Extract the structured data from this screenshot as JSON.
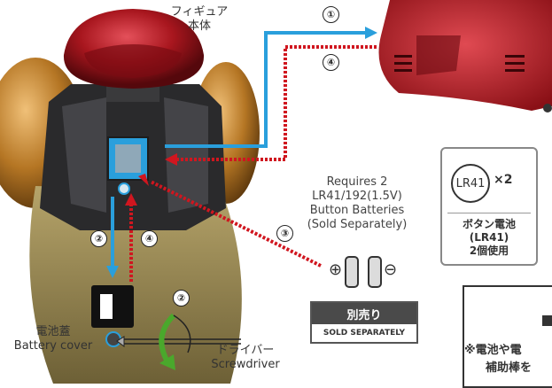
{
  "figure_label": "フィギュア\n本体",
  "steps": {
    "s1": "①",
    "s2": "②",
    "s3": "③",
    "s4": "④"
  },
  "requirement": {
    "line1": "Requires 2",
    "line2": "LR41/192(1.5V)",
    "line3": "Button Batteries",
    "line4": "(Sold Separately)"
  },
  "battery_box": {
    "type": "LR41",
    "count": "×2",
    "text_line1": "ボタン電池",
    "text_line2": "(LR41)",
    "text_line3": "2個使用"
  },
  "sold_separately": {
    "jp": "別売り",
    "en": "SOLD SEPARATELY"
  },
  "battery_symbols": {
    "plus": "⊕",
    "minus": "⊖"
  },
  "battery_cover": {
    "jp": "電池蓋",
    "en": "Battery cover"
  },
  "screwdriver": {
    "jp": "ドライバー",
    "en": "Screwdriver"
  },
  "cut_note": {
    "line1": "※電池や電",
    "line2": "補助棒を"
  },
  "colors": {
    "blue_arrow": "#2a9fdc",
    "red_arrow": "#d0161f",
    "green_arrow": "#4aa82c",
    "armor_red": "#b31b22",
    "armor_gold": "#b87a2a"
  }
}
